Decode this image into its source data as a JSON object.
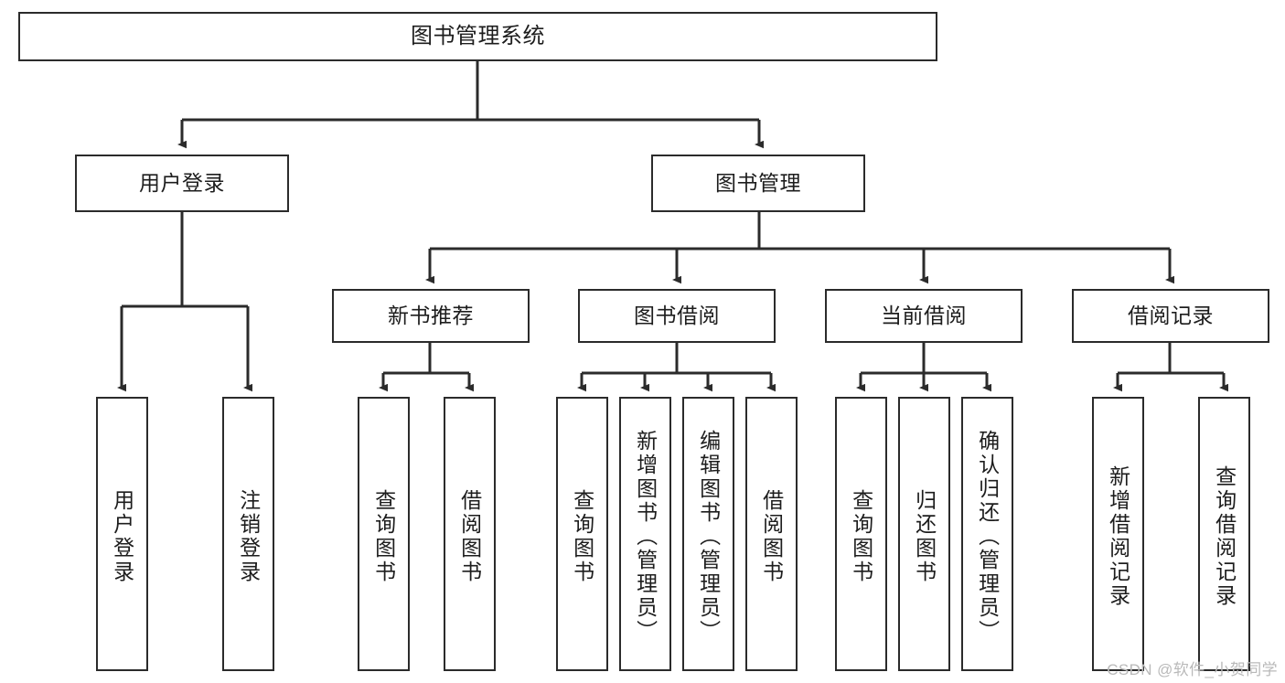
{
  "diagram": {
    "title": "图书管理系统",
    "type": "hierarchy-tree",
    "root": {
      "label": "图书管理系统"
    },
    "level2": [
      {
        "label": "用户登录"
      },
      {
        "label": "图书管理"
      }
    ],
    "level3": [
      {
        "label": "新书推荐"
      },
      {
        "label": "图书借阅"
      },
      {
        "label": "当前借阅"
      },
      {
        "label": "借阅记录"
      }
    ],
    "leaves": {
      "user_login": [
        {
          "label": "用户登录"
        },
        {
          "label": "注销登录"
        }
      ],
      "new_book_recommend": [
        {
          "label": "查询图书"
        },
        {
          "label": "借阅图书"
        }
      ],
      "book_borrow": [
        {
          "label": "查询图书"
        },
        {
          "label": "新增图书（管理员）"
        },
        {
          "label": "编辑图书（管理员）"
        },
        {
          "label": "借阅图书"
        }
      ],
      "current_borrow": [
        {
          "label": "查询图书"
        },
        {
          "label": "归还图书"
        },
        {
          "label": "确认归还（管理员）"
        }
      ],
      "borrow_record": [
        {
          "label": "新增借阅记录"
        },
        {
          "label": "查询借阅记录"
        }
      ]
    }
  },
  "watermark": {
    "text": "CSDN @软件_小贺同学"
  },
  "colors": {
    "border": "#2b2b2b",
    "background": "#ffffff",
    "text": "#1d1d1d",
    "watermark": "#b9b9b9"
  }
}
